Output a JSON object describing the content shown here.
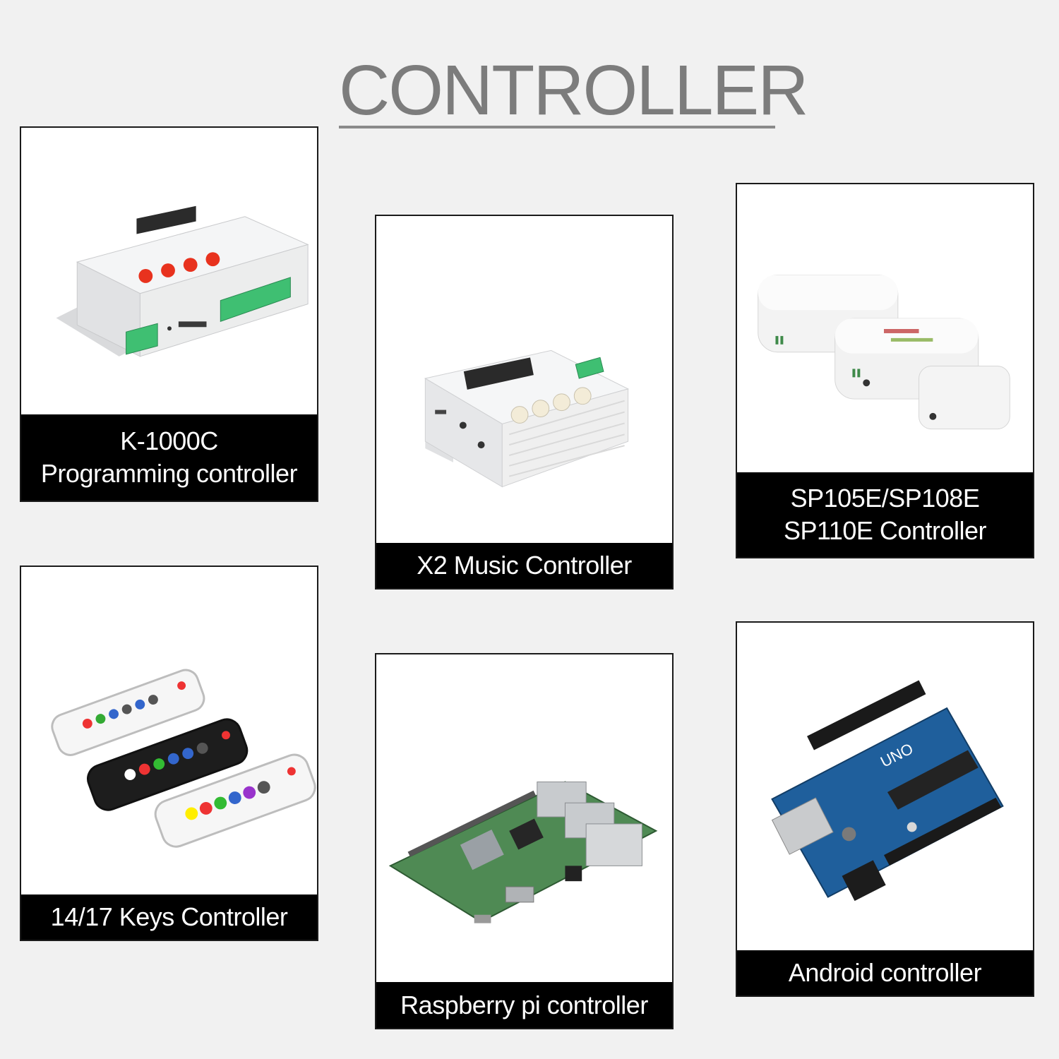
{
  "title": "CONTROLLER",
  "colors": {
    "background": "#f1f1f1",
    "title": "#7c7c7c",
    "label_bg": "#000000",
    "label_text": "#ffffff"
  },
  "products": [
    {
      "id": "k1000c",
      "lines": [
        "K-1000C",
        "Programming controller"
      ],
      "icon": "programming-controller-icon"
    },
    {
      "id": "x2",
      "lines": [
        "X2 Music Controller"
      ],
      "icon": "music-controller-icon"
    },
    {
      "id": "sp",
      "lines": [
        "SP105E/SP108E",
        "SP110E Controller"
      ],
      "icon": "bluetooth-controller-icon"
    },
    {
      "id": "keys",
      "lines": [
        "14/17 Keys Controller"
      ],
      "icon": "remote-control-icon"
    },
    {
      "id": "rpi",
      "lines": [
        "Raspberry pi controller"
      ],
      "icon": "raspberry-pi-board-icon"
    },
    {
      "id": "arduino",
      "lines": [
        "Android controller"
      ],
      "icon": "arduino-board-icon"
    }
  ]
}
